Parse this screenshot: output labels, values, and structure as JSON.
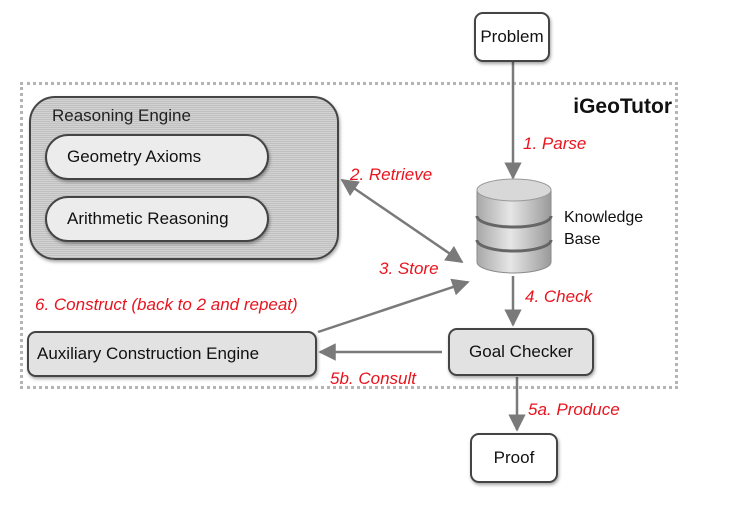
{
  "system": {
    "title": "iGeoTutor"
  },
  "nodes": {
    "problem": "Problem",
    "proof": "Proof",
    "goal_checker": "Goal Checker",
    "auxiliary_engine": "Auxiliary Construction Engine",
    "reasoning_engine": {
      "title": "Reasoning Engine",
      "modules": [
        "Geometry Axioms",
        "Arithmetic Reasoning"
      ]
    },
    "knowledge_base": {
      "line1": "Knowledge",
      "line2": "Base",
      "icon": "database-icon"
    }
  },
  "steps": {
    "parse": "1. Parse",
    "retrieve": "2. Retrieve",
    "store": "3. Store",
    "check": "4. Check",
    "produce": "5a. Produce",
    "consult": "5b. Consult",
    "construct": "6. Construct (back to 2 and repeat)"
  },
  "colors": {
    "step_label": "#e8141e",
    "arrow": "#7a7a7a",
    "node_fill": "#e2e2e2"
  }
}
